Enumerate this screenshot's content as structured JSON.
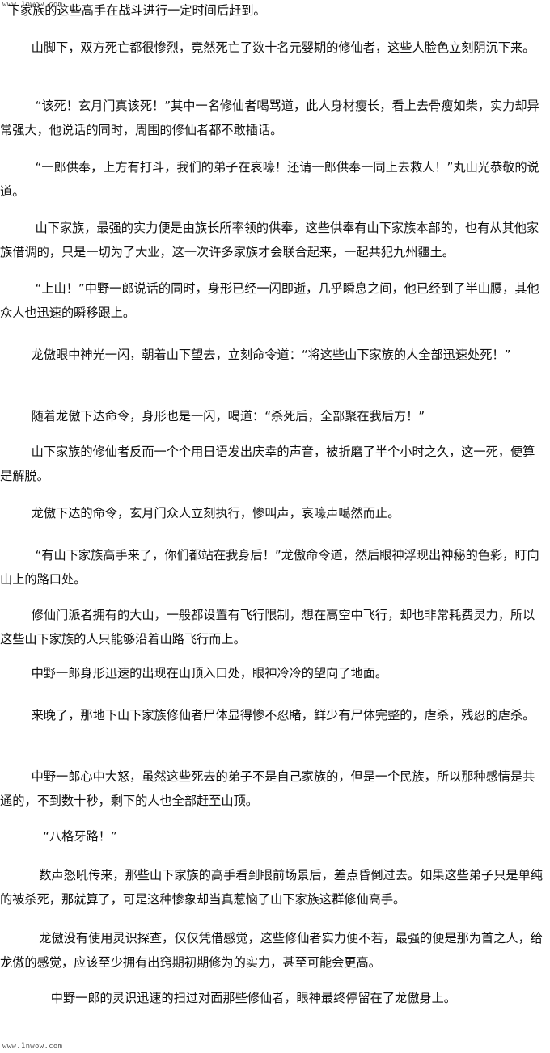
{
  "watermark_top": "www.1nwow.com",
  "watermark_bottom": "www.1nwow.com",
  "paragraphs": [
    "  下家族的这些高手在战斗进行一定时间后赶到。",
    "        山脚下，双方死亡都很惨烈，竟然死亡了数十名元婴期的修仙者，这些人脸色立刻阴沉下来。",
    "         “该死！玄月门真该死！”其中一名修仙者喝骂道，此人身材瘦长，看上去骨瘦如柴，实力却异常强大，他说话的同时，周围的修仙者都不敢插话。",
    "         “一郎供奉，上方有打斗，我们的弟子在哀嚎！还请一郎供奉一同上去救人！”丸山光恭敬的说道。",
    "         山下家族，最强的实力便是由族长所率领的供奉，这些供奉有山下家族本部的，也有从其他家族借调的，只是一切为了大业，这一次许多家族才会联合起来，一起共犯九州疆土。",
    "         “上山！”中野一郎说话的同时，身形已经一闪即逝，几乎瞬息之间，他已经到了半山腰，其他众人也迅速的瞬移跟上。",
    "        龙傲眼中神光一闪，朝着山下望去，立刻命令道：“将这些山下家族的人全部迅速处死！”",
    "        随着龙傲下达命令，身形也是一闪，喝道：“杀死后，全部聚在我后方！”",
    "        山下家族的修仙者反而一个个用日语发出庆幸的声音，被折磨了半个小时之久，这一死，便算是解脱。",
    "        龙傲下达的命令，玄月门众人立刻执行，惨叫声，哀嚎声噶然而止。",
    "         “有山下家族高手来了，你们都站在我身后！”龙傲命令道，然后眼神浮现出神秘的色彩，盯向山上的路口处。",
    "        修仙门派者拥有的大山，一般都设置有飞行限制，想在高空中飞行，却也非常耗费灵力，所以这些山下家族的人只能够沿着山路飞行而上。",
    "        中野一郎身形迅速的出现在山顶入口处，眼神冷冷的望向了地面。",
    "        来晚了，那地下山下家族修仙者尸体显得惨不忍睹，鲜少有尸体完整的，虐杀，残忍的虐杀。",
    "        中野一郎心中大怒，虽然这些死去的弟子不是自己家族的，但是一个民族，所以那种感情是共通的，不到数十秒，剩下的人也全部赶至山顶。",
    "           “八格牙路！”",
    "          数声怒吼传来，那些山下家族的高手看到眼前场景后，差点昏倒过去。如果这些弟子只是单纯的被杀死，那就算了，可是这种惨象却当真惹恼了山下家族这群修仙高手。",
    "          龙傲没有使用灵识探查，仅仅凭借感觉，这些修仙者实力便不若，最强的便是那为首之人，给龙傲的感觉，应该至少拥有出窍期初期修为的实力，甚至可能会更高。",
    "             中野一郎的灵识迅速的扫过对面那些修仙者，眼神最终停留在了龙傲身上。"
  ]
}
